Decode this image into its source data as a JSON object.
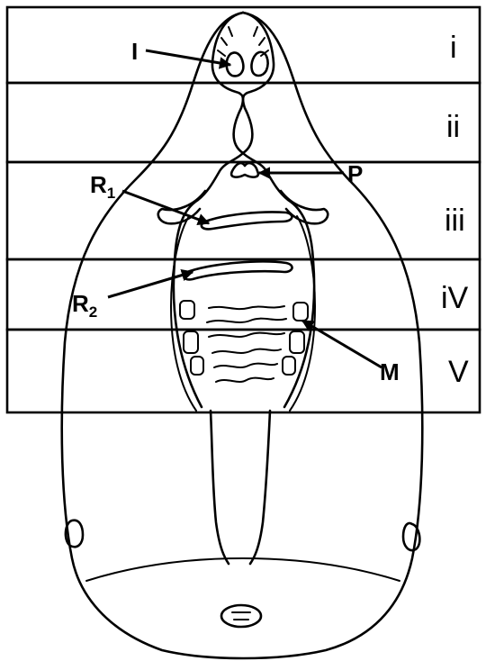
{
  "sections": [
    {
      "id": "i",
      "label": "i"
    },
    {
      "id": "ii",
      "label": "ii"
    },
    {
      "id": "iii",
      "label": "iii"
    },
    {
      "id": "iv",
      "label": "iV"
    },
    {
      "id": "v",
      "label": "V"
    }
  ],
  "labels": {
    "I": {
      "main": "I",
      "sub": ""
    },
    "P": {
      "main": "P",
      "sub": ""
    },
    "R1": {
      "main": "R",
      "sub": "1"
    },
    "R2": {
      "main": "R",
      "sub": "2"
    },
    "M": {
      "main": "M",
      "sub": ""
    }
  },
  "colors": {
    "ink": "#000000",
    "paper": "#ffffff"
  }
}
